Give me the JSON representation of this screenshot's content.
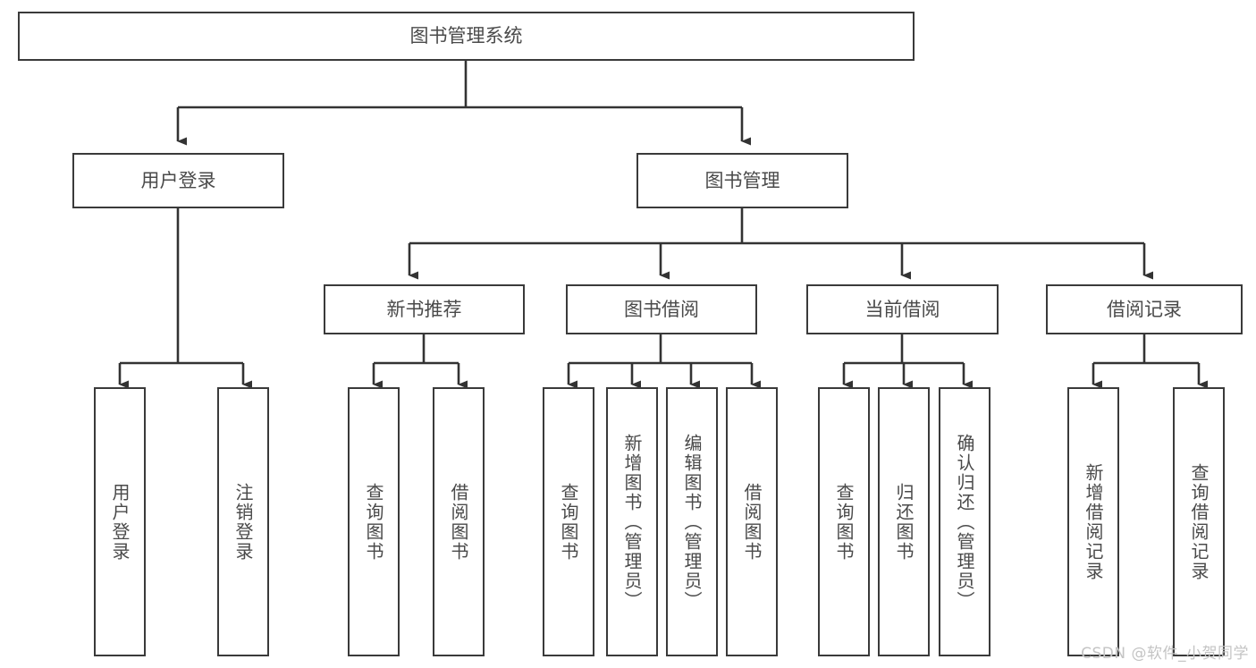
{
  "diagram": {
    "title": "图书管理系统",
    "watermark": "CSDN @软件_小贺同学",
    "colors": {
      "border": "#3a3a3a",
      "text": "#4a4a4a",
      "background": "#ffffff",
      "watermark": "#c4c4c4"
    },
    "root": {
      "label": "图书管理系统"
    },
    "level1": [
      {
        "label": "用户登录"
      },
      {
        "label": "图书管理"
      }
    ],
    "level2": [
      {
        "label": "新书推荐"
      },
      {
        "label": "图书借阅"
      },
      {
        "label": "当前借阅"
      },
      {
        "label": "借阅记录"
      }
    ],
    "leaves": {
      "user_login": [
        {
          "label": "用户登录"
        },
        {
          "label": "注销登录"
        }
      ],
      "new_book": [
        {
          "label": "查询图书"
        },
        {
          "label": "借阅图书"
        }
      ],
      "book_borrow": [
        {
          "label": "查询图书"
        },
        {
          "label": "新增图书（管理员）"
        },
        {
          "label": "编辑图书（管理员）"
        },
        {
          "label": "借阅图书"
        }
      ],
      "current_borrow": [
        {
          "label": "查询图书"
        },
        {
          "label": "归还图书"
        },
        {
          "label": "确认归还（管理员）"
        }
      ],
      "borrow_record": [
        {
          "label": "新增借阅记录"
        },
        {
          "label": "查询借阅记录"
        }
      ]
    }
  }
}
